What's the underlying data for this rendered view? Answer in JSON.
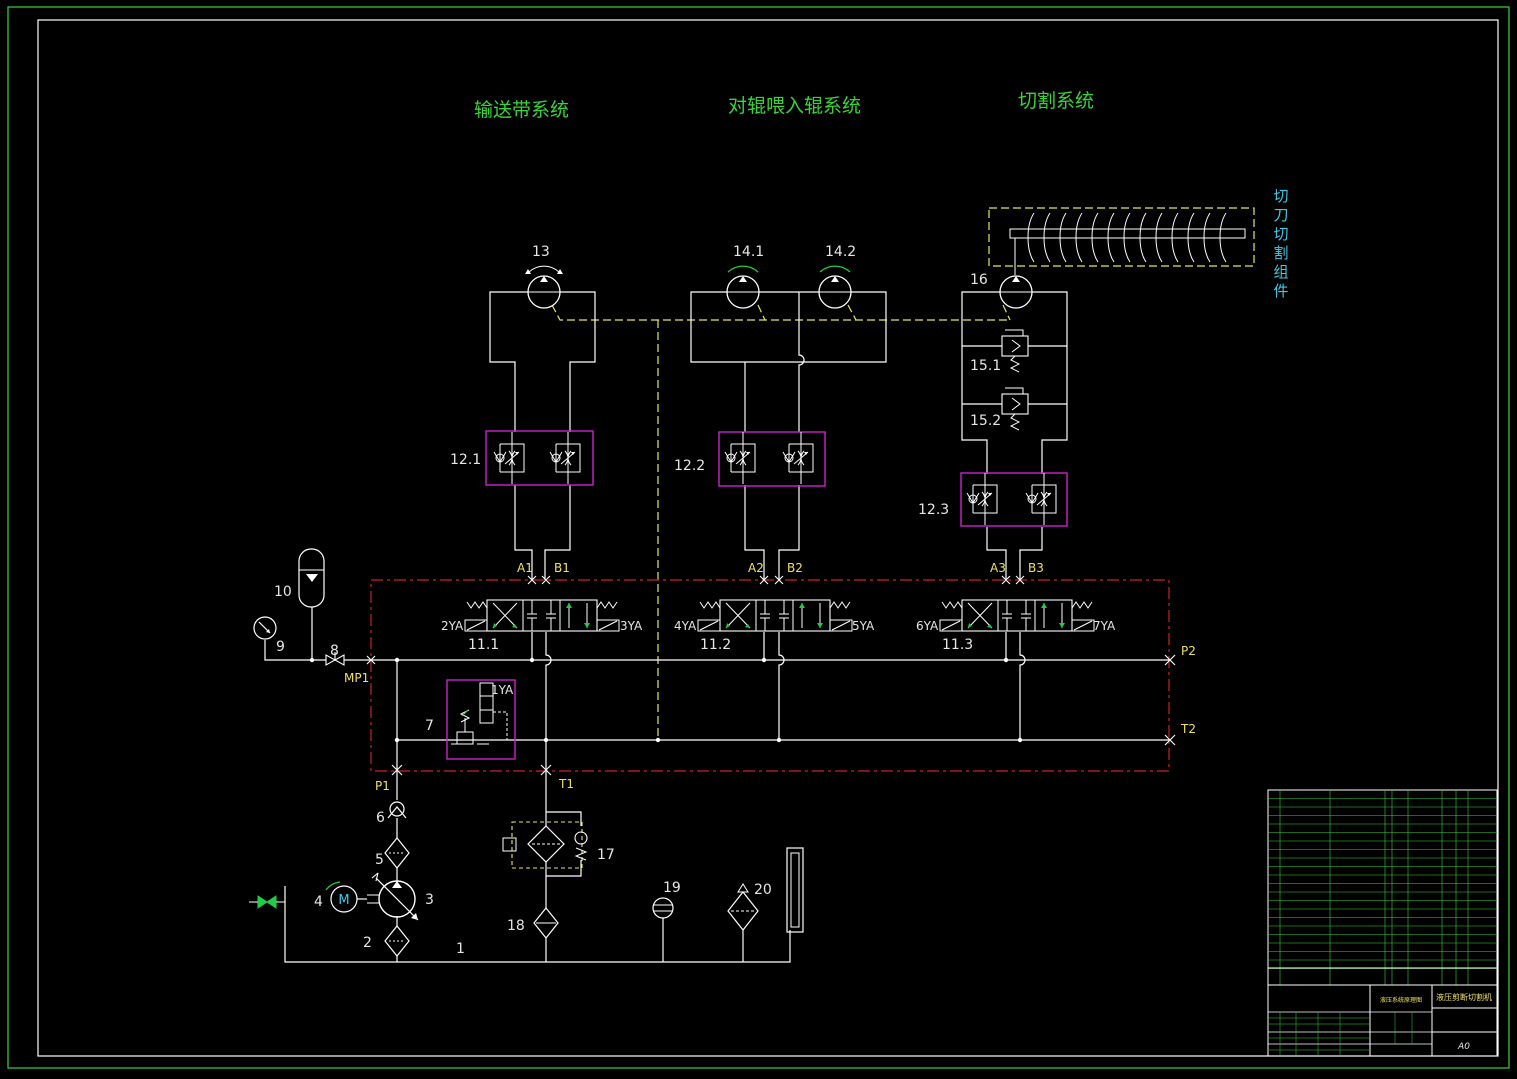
{
  "section_titles": {
    "conveyor": "输送带系统",
    "feed_roller": "对辊喂入辊系统",
    "cutting": "切割系统"
  },
  "cutter_assembly_label": [
    "切",
    "刀",
    "切",
    "割",
    "组",
    "件"
  ],
  "component_labels": {
    "c13": "13",
    "c14_1": "14.1",
    "c14_2": "14.2",
    "c16": "16",
    "c15_1": "15.1",
    "c15_2": "15.2",
    "c12_1": "12.1",
    "c12_2": "12.2",
    "c12_3": "12.3",
    "c11_1": "11.1",
    "c11_2": "11.2",
    "c11_3": "11.3",
    "c10": "10",
    "c9": "9",
    "c8": "8",
    "c7": "7",
    "c6": "6",
    "c5": "5",
    "c4": "4",
    "c3": "3",
    "c2": "2",
    "c1": "1",
    "c17": "17",
    "c18": "18",
    "c19": "19",
    "c20": "20"
  },
  "port_labels": {
    "A1": "A1",
    "B1": "B1",
    "A2": "A2",
    "B2": "B2",
    "A3": "A3",
    "B3": "B3",
    "P1": "P1",
    "T1": "T1",
    "P2": "P2",
    "T2": "T2",
    "MP1": "MP1"
  },
  "solenoid_labels": {
    "ya1": "1YA",
    "ya2": "2YA",
    "ya3": "3YA",
    "ya4": "4YA",
    "ya5": "5YA",
    "ya6": "6YA",
    "ya7": "7YA"
  },
  "motor_letter": "M",
  "title_block": {
    "part_title": "液压剪断切割机",
    "drawing_title": "液压系统原理图",
    "sheet_size": "A0"
  },
  "colors": {
    "line": "#ffffff",
    "title_text": "#39d339",
    "label": "#e6e6e6",
    "cyan_label": "#3fc8e8",
    "dashed_pilot": "#e8e85a",
    "valve_block": "#cc2222",
    "manifold_box": "#cc22cc",
    "frame": "#39d339",
    "arrow": "#22cc44"
  }
}
